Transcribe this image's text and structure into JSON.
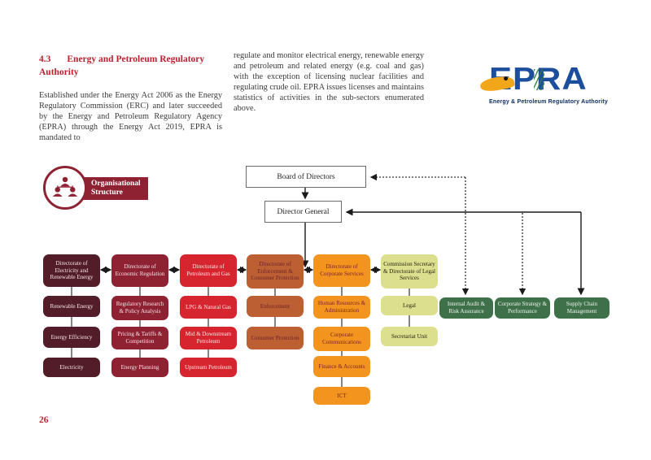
{
  "page": {
    "number": "26"
  },
  "section": {
    "heading_number": "4.3",
    "heading": "Energy and Petroleum Regulatory Authority",
    "para_left": "Established under the Energy Act 2006 as the Energy Regulatory Commission (ERC) and later succeeded by the Energy and Petroleum Regulatory Agency (EPRA) through the Energy Act 2019, EPRA is mandated to",
    "para_right": "regulate and monitor electrical energy, renewable energy and petroleum and related energy (e.g. coal and gas) with the exception of licensing nuclear facilities and regulating crude oil. EPRA issues licenses and maintains statistics of activities in the sub-sectors enumerated above."
  },
  "logo": {
    "acronym": "EPRA",
    "tagline": "Energy & Petroleum Regulatory Authority",
    "colors": {
      "blue": "#1d4e9e",
      "yellow": "#f2a71b",
      "green": "#2e7d46",
      "navy": "#0c2d60"
    }
  },
  "org_label": {
    "title": "Organisational Structure"
  },
  "org_chart": {
    "top": {
      "board": "Board of Directors",
      "director_general": "Director General"
    },
    "columns": [
      {
        "head": "Directorate of Electricity and Renewable Energy",
        "subs": [
          "Renewable Energy",
          "Energy Efficiency",
          "Electricity"
        ]
      },
      {
        "head": "Directorate of Economic Regulation",
        "subs": [
          "Regulatory Research & Policy Analysis",
          "Pricing & Tariffs & Competition",
          "Energy Planning"
        ]
      },
      {
        "head": "Directorate of Petroleum and Gas",
        "subs": [
          "LPG & Natural Gas",
          "Mid & Downstream Petroleum",
          "Upstream Petroleum"
        ]
      },
      {
        "head": "Directorate of Enforcement & Consumer Protection",
        "subs": [
          "Enforcement",
          "Consumer Protection"
        ]
      },
      {
        "head": "Directorate of Corporate Services",
        "subs": [
          "Human Resources & Administration",
          "Corporate Communications",
          "Finance & Accounts",
          "ICT"
        ]
      },
      {
        "head": "Commission Secretary & Directorate of Legal Services",
        "subs": [
          "Legal",
          "Secretariat Unit"
        ]
      }
    ],
    "staff_offices": [
      "Internal Audit & Risk Assurance",
      "Corporate Strategy & Performance",
      "Supply Chain Management"
    ],
    "palette": {
      "electricity": "#531c29",
      "economic": "#8e2232",
      "petroleum": "#d6252e",
      "enforcement": "#bc6033",
      "corporate": "#f3941e",
      "legal": "#dcdf8e",
      "staff_green": "#3e7149",
      "banner_red": "#8e2232",
      "heading_red": "#be1e2d"
    }
  }
}
